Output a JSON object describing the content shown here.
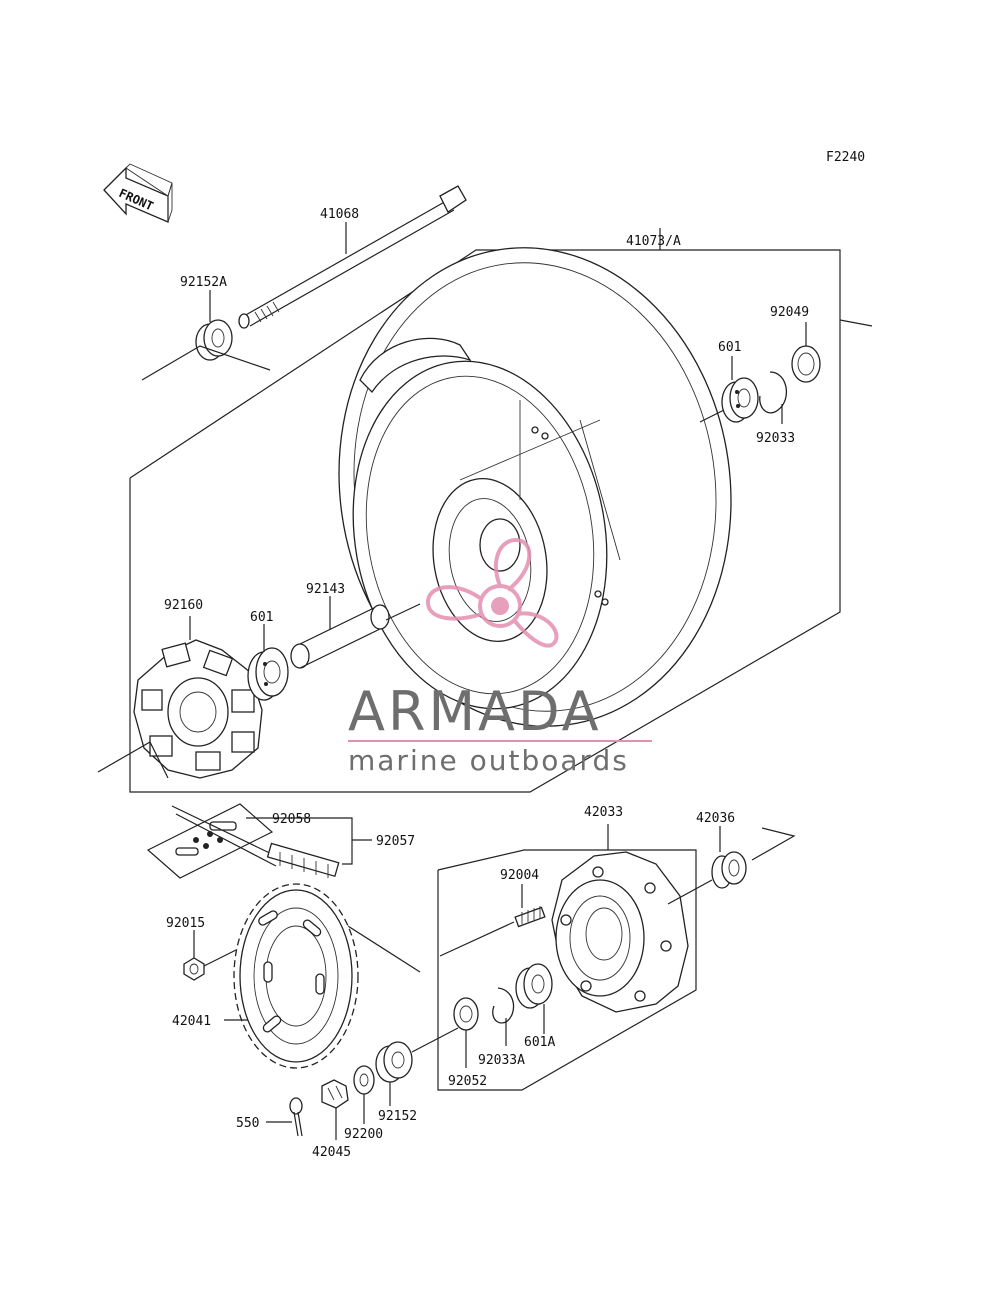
{
  "figure_code": "F2240",
  "front_label": "FRONT",
  "watermark": {
    "brand": "ARMADA",
    "tagline": "marine outboards",
    "accent_color": "#e58fb0",
    "text_color": "#6e6e6e"
  },
  "callouts": [
    {
      "id": "41068",
      "label": "41068"
    },
    {
      "id": "41073a",
      "label": "41073/A"
    },
    {
      "id": "92152a",
      "label": "92152A"
    },
    {
      "id": "92049",
      "label": "92049"
    },
    {
      "id": "601-top",
      "label": "601"
    },
    {
      "id": "92033",
      "label": "92033"
    },
    {
      "id": "92160",
      "label": "92160"
    },
    {
      "id": "601-left",
      "label": "601"
    },
    {
      "id": "92143",
      "label": "92143"
    },
    {
      "id": "92058",
      "label": "92058"
    },
    {
      "id": "92057",
      "label": "92057"
    },
    {
      "id": "42033",
      "label": "42033"
    },
    {
      "id": "42036",
      "label": "42036"
    },
    {
      "id": "92004",
      "label": "92004"
    },
    {
      "id": "92015",
      "label": "92015"
    },
    {
      "id": "42041",
      "label": "42041"
    },
    {
      "id": "601a",
      "label": "601A"
    },
    {
      "id": "92033a",
      "label": "92033A"
    },
    {
      "id": "92052",
      "label": "92052"
    },
    {
      "id": "92152",
      "label": "92152"
    },
    {
      "id": "92200",
      "label": "92200"
    },
    {
      "id": "550",
      "label": "550"
    },
    {
      "id": "42045",
      "label": "42045"
    }
  ]
}
